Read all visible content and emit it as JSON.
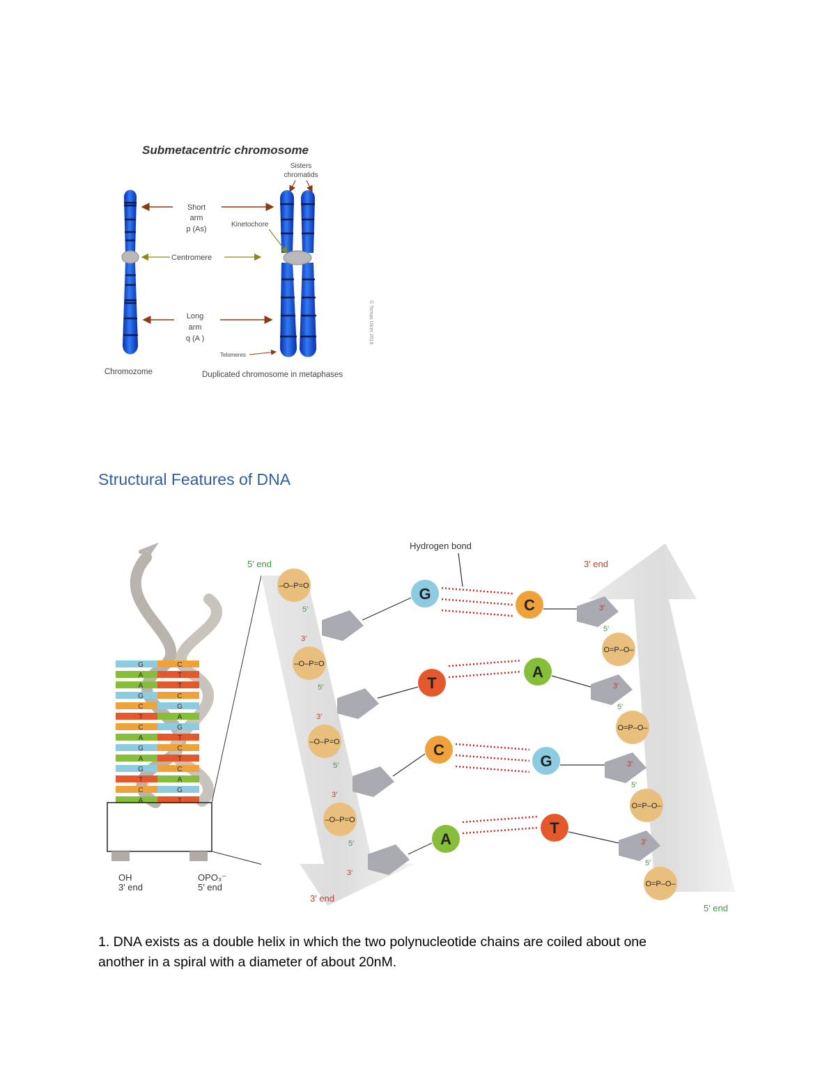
{
  "colors": {
    "heading": "#2f5f9e",
    "chromosome_blue": "#1e5fe0",
    "arrow_brown": "#8b3a14",
    "centromere_arrow": "#8a8a1a",
    "dna_G": "#8ccbe0",
    "dna_C": "#f0a23a",
    "dna_T": "#e4582c",
    "dna_A": "#86bd3a",
    "phosphate": "#e9bf7e",
    "sugar": "#a9a9b1",
    "hbond": "#cc2222",
    "end_green": "#3b9a3b",
    "end_red": "#c43c2a"
  },
  "chromosome_figure": {
    "title": "Submetacentric chromosome",
    "sisters_label_1": "Sisters",
    "sisters_label_2": "chromatids",
    "short_arm_1": "Short",
    "short_arm_2": "arm",
    "short_arm_3": "p (As)",
    "kinetochore": "Kinetochore",
    "centromere": "Centromere",
    "long_arm_1": "Long",
    "long_arm_2": "arm",
    "long_arm_3": "q (A )",
    "telomeres": "Telomeres",
    "chromosome_caption": "Chromozome",
    "duplicated_caption": "Duplicated chromosome in metaphases",
    "copyright": "© Tomas Ulcer 2019"
  },
  "section": {
    "heading": "Structural Features of DNA"
  },
  "dna_figure": {
    "hydrogen_bond": "Hydrogen bond",
    "left_top_end": "5′ end",
    "left_bottom_end": "3′ end",
    "right_top_end": "3′ end",
    "right_bottom_end": "5′ end",
    "oh_label": "OH",
    "oh_end": "3′ end",
    "opo_label": "OPO₃⁻",
    "opo_end": "5′ end",
    "helix_pairs": [
      [
        "G",
        "C"
      ],
      [
        "A",
        "T"
      ],
      [
        "A",
        "T"
      ],
      [
        "G",
        "C"
      ],
      [
        "C",
        "G"
      ],
      [
        "T",
        "A"
      ],
      [
        "C",
        "G"
      ],
      [
        "A",
        "T"
      ],
      [
        "G",
        "C"
      ],
      [
        "A",
        "T"
      ],
      [
        "G",
        "C"
      ],
      [
        "T",
        "A"
      ],
      [
        "C",
        "G"
      ],
      [
        "A",
        "T"
      ]
    ],
    "pairs": [
      [
        "G",
        "C"
      ],
      [
        "T",
        "A"
      ],
      [
        "C",
        "G"
      ],
      [
        "A",
        "T"
      ]
    ]
  },
  "paragraph": {
    "line1": "1. DNA exists as a double helix in which the two polynucleotide chains are coiled about one",
    "line2": "another in a spiral with a diameter of about 20nM."
  }
}
